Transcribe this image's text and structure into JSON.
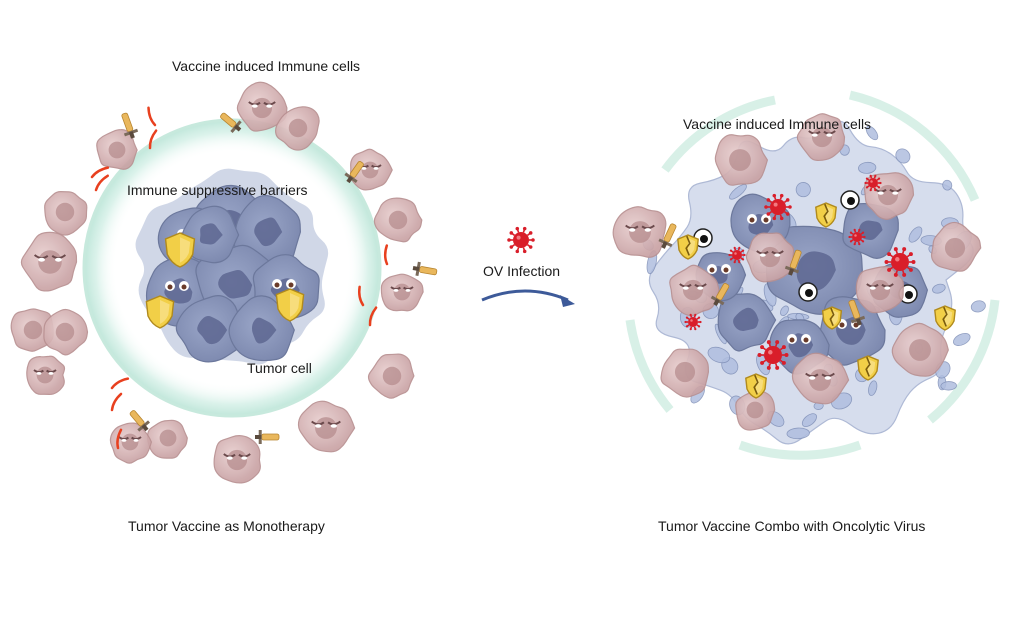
{
  "labels": {
    "left_immune": "Vaccine induced Immune cells",
    "left_barrier": "Immune suppressive barriers",
    "left_tumor": "Tumor cell",
    "left_caption": "Tumor Vaccine as Monotherapy",
    "ov_infection": "OV Infection",
    "right_immune": "Vaccine induced Immune cells",
    "right_caption": "Tumor Vaccine Combo with Oncolytic Virus"
  },
  "icons": {
    "immune_cell": "immune-cell-icon",
    "tumor_cell": "tumor-cell-icon",
    "shield": "shield-icon",
    "sword": "sword-icon",
    "virus": "virus-icon",
    "arrow": "curved-arrow-icon"
  },
  "colors": {
    "immune_cell": "#d9b7b7",
    "tumor_cell": "#8a95b8",
    "tumor_nucleus": "#5d6690",
    "shield": "#f2cf47",
    "virus": "#d91e2a",
    "barrier": "#cfeee4",
    "arrow": "#3d5a99",
    "sword_blade": "#e9b75c"
  }
}
